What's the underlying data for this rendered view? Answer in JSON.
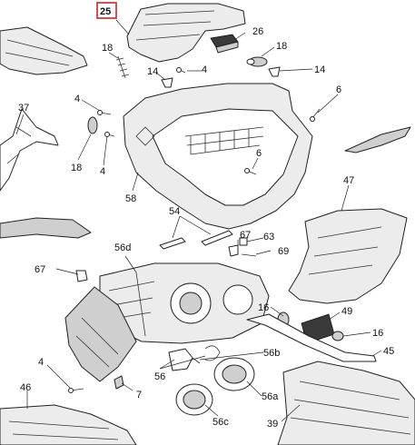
{
  "callouts": {
    "c25": "25",
    "c26": "26",
    "c18a": "18",
    "c18b": "18",
    "c18c": "18",
    "c14a": "14",
    "c14b": "14",
    "c4a": "4",
    "c4b": "4",
    "c4c": "4",
    "c4d": "4",
    "c37": "37",
    "c6a": "6",
    "c6b": "6",
    "c58": "58",
    "c47": "47",
    "c54": "54",
    "c67a": "67",
    "c67b": "67",
    "c63": "63",
    "c69": "69",
    "c56d": "56d",
    "c16a": "16",
    "c16b": "16",
    "c49": "49",
    "c45": "45",
    "c56b": "56b",
    "c56": "56",
    "c7": "7",
    "c46": "46",
    "c56a": "56a",
    "c56c": "56c",
    "c39": "39"
  },
  "highlight_color": "#c0282d"
}
